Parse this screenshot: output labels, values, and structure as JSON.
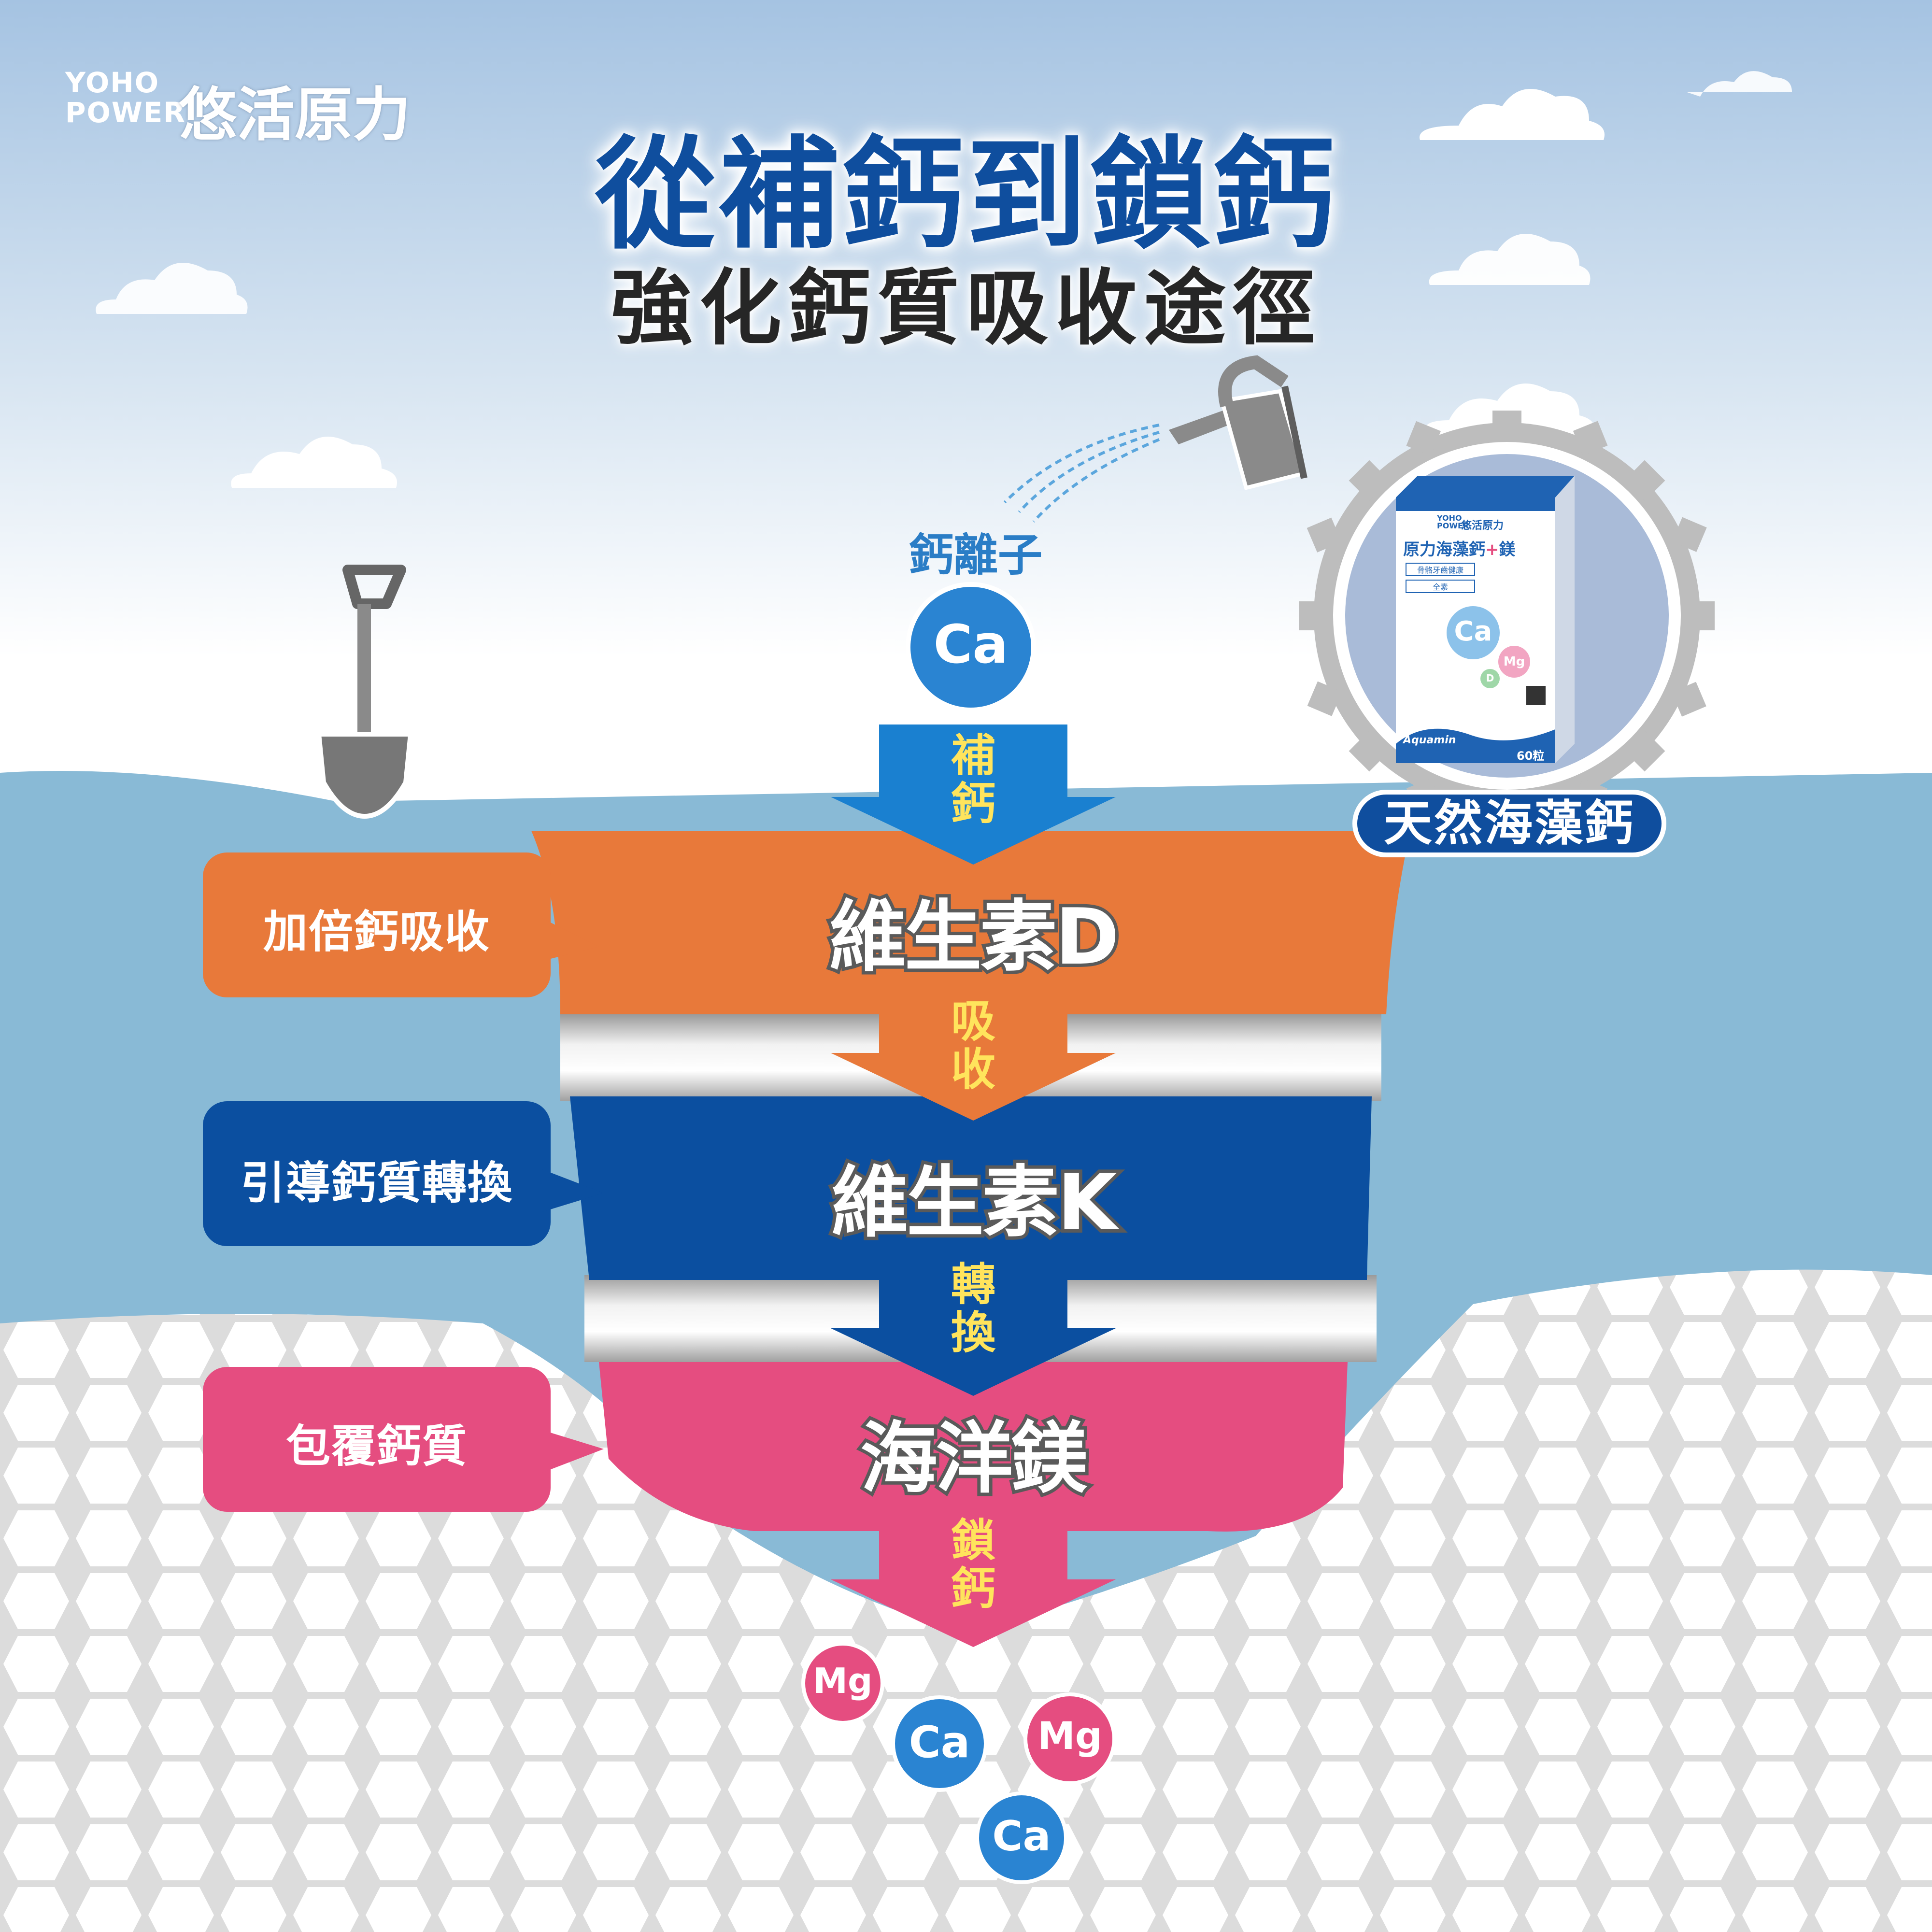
{
  "brand": {
    "logo_line1": "YOHO",
    "logo_line2": "POWER",
    "logo_cn": "悠活原力"
  },
  "title": {
    "main": "從補鈣到鎖鈣",
    "sub": "強化鈣質吸收途徑"
  },
  "ion_label": "鈣離子",
  "top_ion": "Ca",
  "arrows": [
    {
      "label_line1": "補",
      "label_line2": "鈣",
      "color": "#1a80d0"
    },
    {
      "label_line1": "吸",
      "label_line2": "收",
      "color": "#e8793a"
    },
    {
      "label_line1": "轉",
      "label_line2": "換",
      "color": "#0b4fa0"
    },
    {
      "label_line1": "鎖",
      "label_line2": "鈣",
      "color": "#e54d80"
    }
  ],
  "layers": [
    {
      "name": "維生素D",
      "side_label": "加倍鈣吸收",
      "color": "#e8793a"
    },
    {
      "name": "維生素K",
      "side_label": "引導鈣質轉換",
      "color": "#0b4fa0"
    },
    {
      "name": "海洋鎂",
      "side_label": "包覆鈣質",
      "color": "#e54d80"
    }
  ],
  "bottom_ions": [
    "Mg",
    "Ca",
    "Mg",
    "Ca"
  ],
  "product": {
    "badge": "天然海藻鈣",
    "box_brand_line1": "YOHO",
    "box_brand_line2": "POWER",
    "box_brand_cn": "悠活原力",
    "box_title_prefix": "原力",
    "box_title_main": "海藻鈣",
    "box_title_plus": "+",
    "box_title_mg": "鎂",
    "box_tag1": "骨骼牙齒健康",
    "box_tag2": "全素",
    "box_ca": "Ca",
    "box_mg": "Mg",
    "box_d": "D",
    "box_aquamin": "Aquamin",
    "box_count": "60粒"
  },
  "colors": {
    "sky_top": "#a5c3e2",
    "water": "#89bad6",
    "calcium_blue": "#2a84d2",
    "magnesium_pink": "#e54d80",
    "title_blue": "#0f4e9e"
  }
}
